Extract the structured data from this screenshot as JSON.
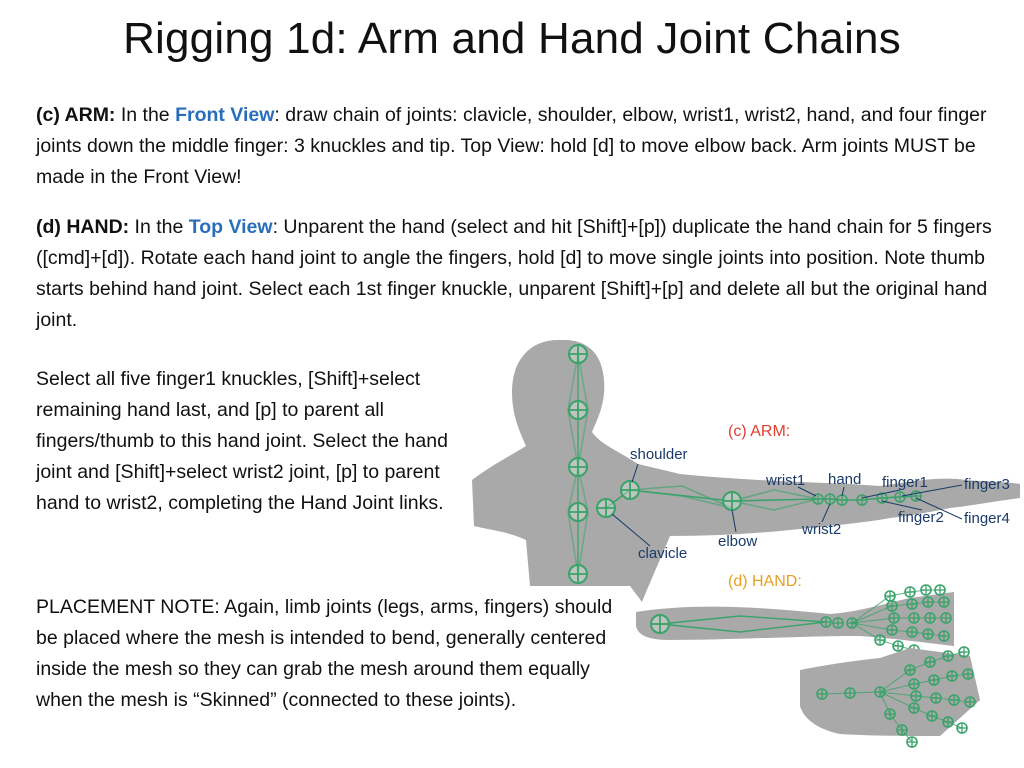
{
  "title": "Rigging 1d: Arm and Hand Joint Chains",
  "arm": {
    "label": "(c) ARM:",
    "pre": " In the ",
    "view": "Front View",
    "text": ": draw chain of joints: clavicle, shoulder, elbow, wrist1, wrist2, hand, and four finger joints down the middle finger: 3 knuckles and tip. Top View: hold [d] to move elbow back. Arm joints MUST be made in the Front View!"
  },
  "hand": {
    "label": "(d) HAND:",
    "pre": " In the ",
    "view": "Top View",
    "text": ": Unparent the hand (select and hit [Shift]+[p]) duplicate the hand chain for 5 fingers ([cmd]+[d]). Rotate each hand joint to angle the fingers, hold [d] to move single joints into position. Note thumb starts behind hand joint. Select each 1st finger knuckle, unparent [Shift]+[p] and delete all but the original hand joint."
  },
  "select_note": "Select all five finger1 knuckles, [Shift]+select remaining hand last, and [p] to parent all fingers/thumb to this hand joint. Select the hand joint and [Shift]+select wrist2 joint, [p] to parent hand to wrist2, completing the Hand Joint links.",
  "placement_note": "PLACEMENT NOTE: Again, limb joints (legs, arms, fingers) should be placed where the mesh is intended to bend, generally centered inside the mesh so they can grab the mesh around them equally when the mesh is “Skinned” (connected to these joints).",
  "figure": {
    "arm_heading": "(c) ARM:",
    "hand_heading": "(d) HAND:",
    "labels": {
      "shoulder": "shoulder",
      "clavicle": "clavicle",
      "elbow": "elbow",
      "wrist1": "wrist1",
      "wrist2": "wrist2",
      "hand": "hand",
      "finger1": "finger1",
      "finger2": "finger2",
      "finger3": "finger3",
      "finger4": "finger4"
    },
    "colors": {
      "mesh": "#a9a9a9",
      "joint": "#3aa36a",
      "arm_heading": "#e04030",
      "hand_heading": "#e8a020",
      "label": "#1a3a6a"
    }
  }
}
